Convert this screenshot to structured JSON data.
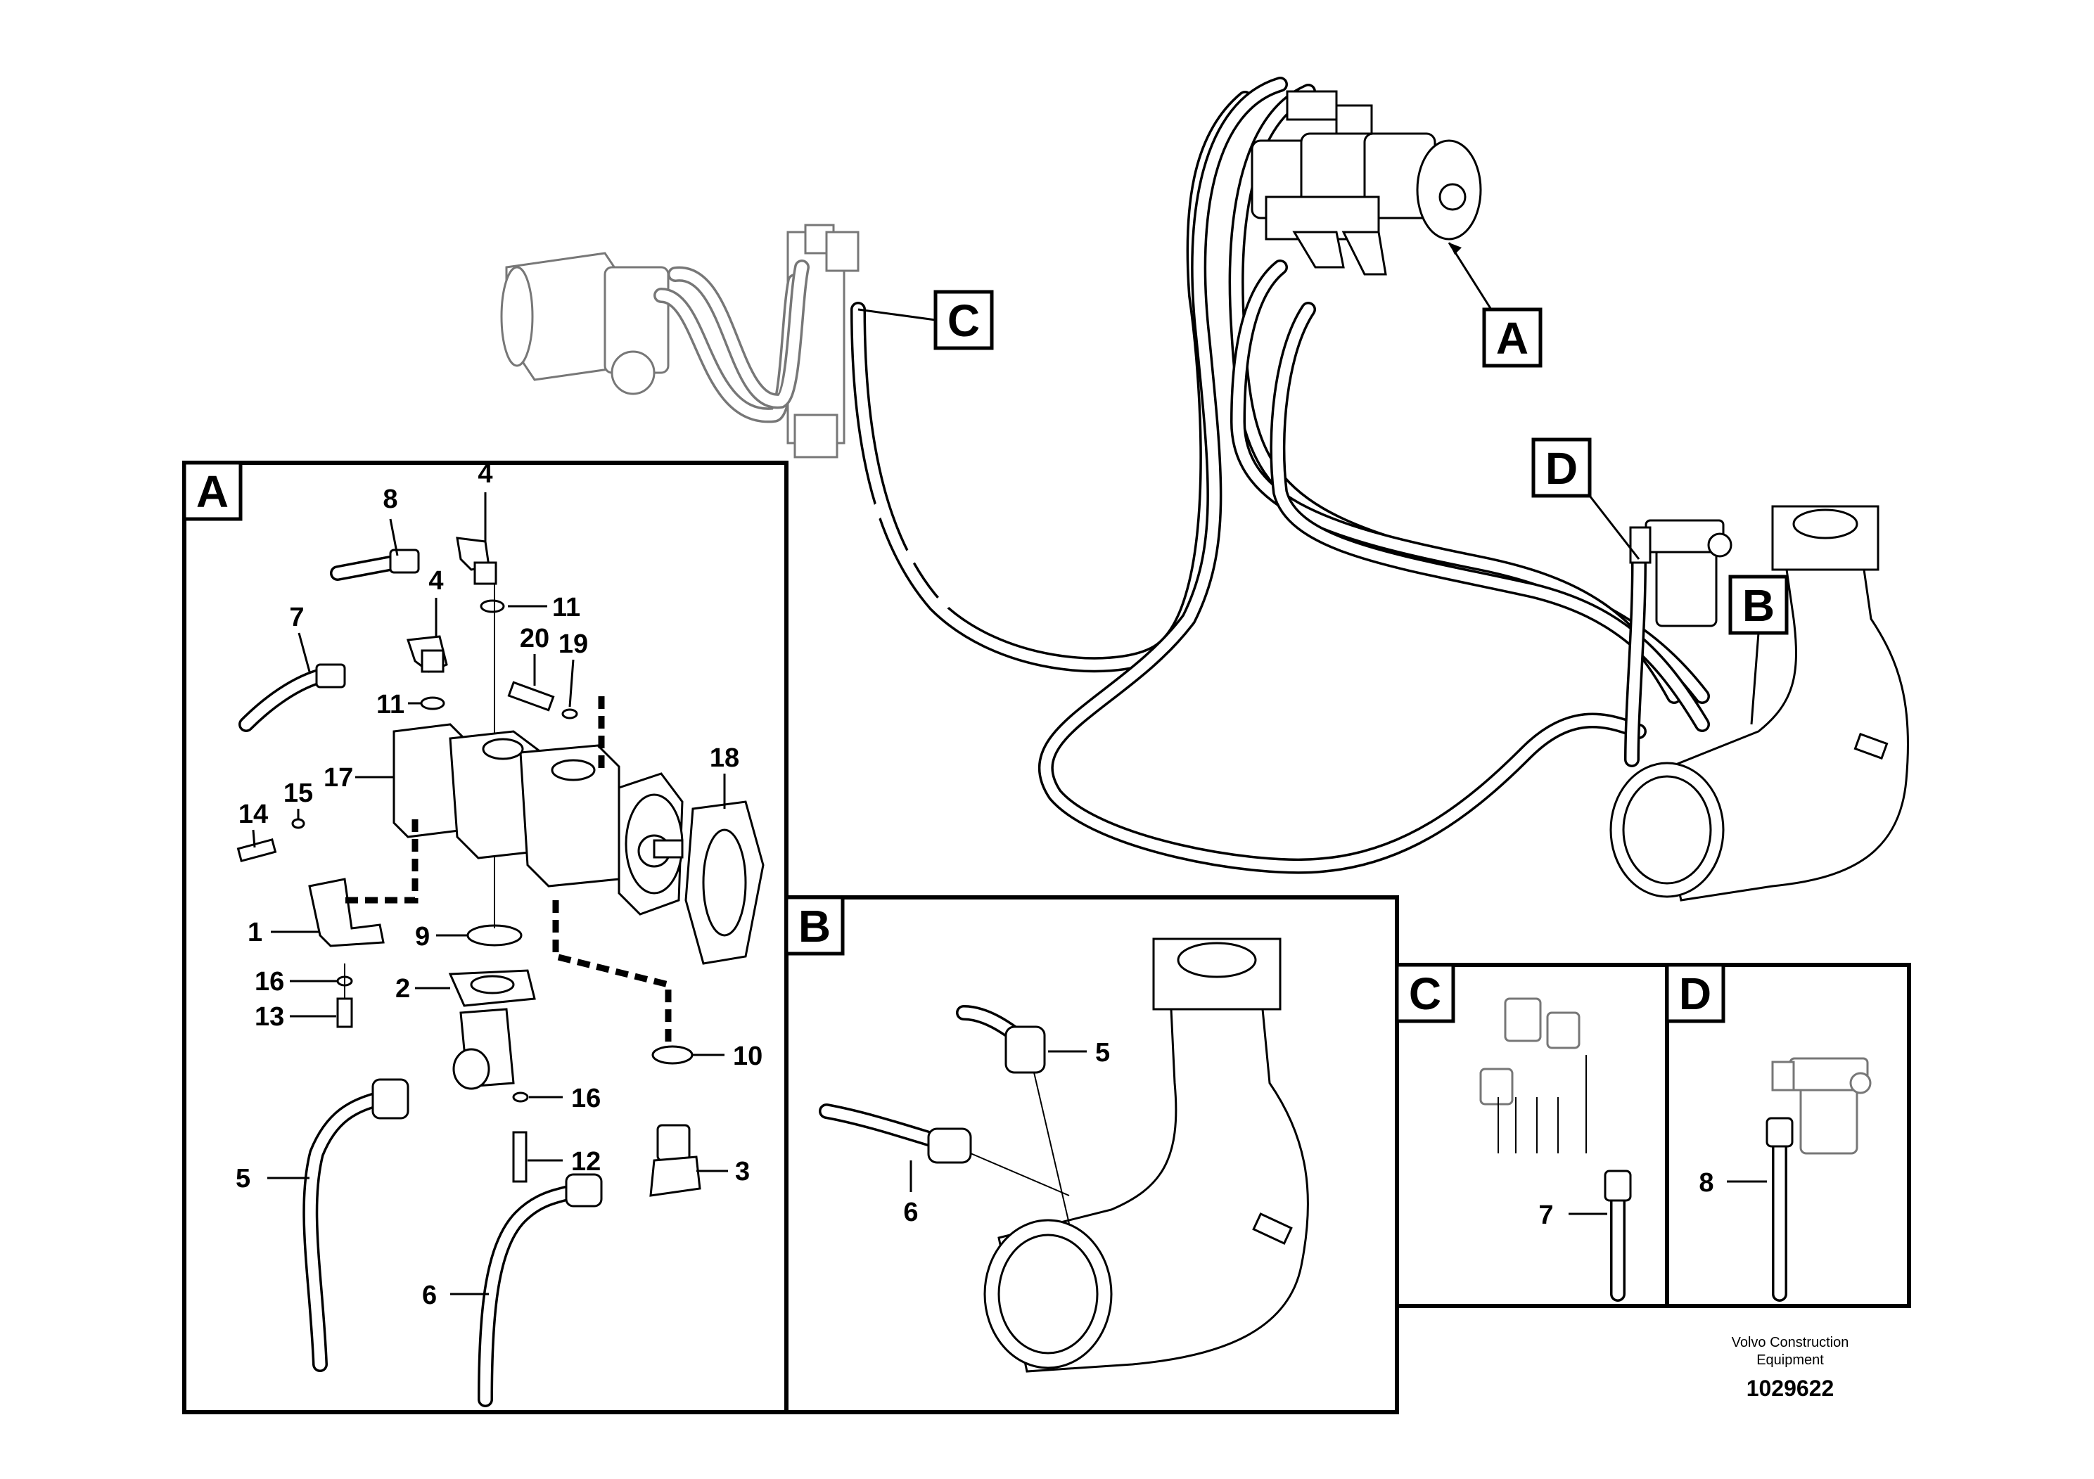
{
  "figure": {
    "callouts": {
      "c1": "1",
      "c2": "2",
      "c3": "3",
      "c4a": "4",
      "c4b": "4",
      "c5a": "5",
      "c5b": "5",
      "c6a": "6",
      "c6b": "6",
      "c7a": "7",
      "c7b": "7",
      "c8a": "8",
      "c8b": "8",
      "c9": "9",
      "c10": "10",
      "c11a": "11",
      "c11b": "11",
      "c12": "12",
      "c13": "13",
      "c14": "14",
      "c15": "15",
      "c16a": "16",
      "c16b": "16",
      "c17": "17",
      "c18": "18",
      "c19": "19",
      "c20": "20"
    },
    "view_labels": {
      "main_a": "A",
      "main_b": "B",
      "main_c": "C",
      "main_d": "D",
      "inset_a": "A",
      "inset_b": "B",
      "inset_c": "C",
      "inset_d": "D"
    },
    "footer": {
      "company_line1": "Volvo Construction",
      "company_line2": "Equipment",
      "drawing_number": "1029622"
    }
  }
}
